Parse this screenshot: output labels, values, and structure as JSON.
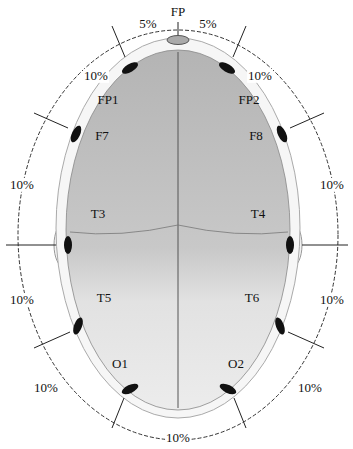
{
  "diagram": {
    "labels": [
      "FP",
      "5%",
      "5%",
      "10%",
      "FP1",
      "FP2",
      "10%",
      "F7",
      "F8",
      "10%",
      "10%",
      "T3",
      "T4",
      "10%",
      "10%",
      "T5",
      "T6",
      "10%",
      "10%",
      "O1",
      "O2",
      "10%"
    ]
  }
}
